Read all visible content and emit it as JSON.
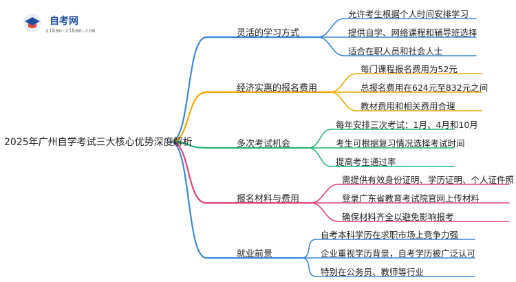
{
  "logo": {
    "name": "自考网",
    "url": "zikao-zikao.com"
  },
  "root": "2025年广州自学考试三大核心优势深度解析",
  "branches": [
    {
      "label": "灵活的学习方式",
      "color": "#3a86d8",
      "items": [
        "允许考生根据个人时间安排学习",
        "提供自学、网络课程和辅导班选择",
        "适合在职人员和社会人士"
      ]
    },
    {
      "label": "经济实惠的报名费用",
      "color": "#f0a500",
      "items": [
        "每门课程报名费用为52元",
        "总报名费用在624元至832元之间",
        "教材费用和相关费用合理"
      ]
    },
    {
      "label": "多次考试机会",
      "color": "#22b573",
      "items": [
        "每年安排三次考试：1月、4月和10月",
        "考生可根据复习情况选择考试时间",
        "提高考生通过率"
      ]
    },
    {
      "label": "报名材料与费用",
      "color": "#e0407a",
      "items": [
        "需提供有效身份证明、学历证明、个人证件照",
        "登录广东省教育考试院官网上传材料",
        "确保材料齐全以避免影响报考"
      ]
    },
    {
      "label": "就业前景",
      "color": "#3a86d8",
      "items": [
        "自考本科学历在求职市场上竞争力强",
        "企业重视学历背景，自考学历被广泛认可",
        "特别在公务员、教师等行业"
      ]
    }
  ]
}
